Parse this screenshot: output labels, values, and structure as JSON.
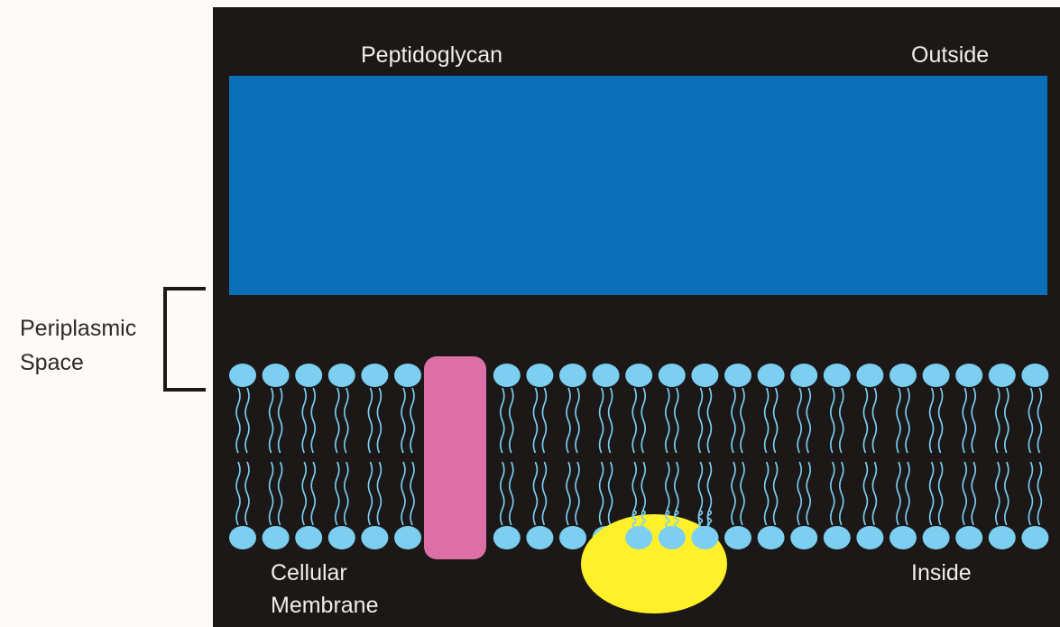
{
  "labels": {
    "peptidoglycan": "Peptidoglycan",
    "outside": "Outside",
    "periplasmic_line1": "Periplasmic",
    "periplasmic_line2": "Space",
    "membrane_line1": "Cellular",
    "membrane_line2": "Membrane",
    "inside": "Inside"
  },
  "colors": {
    "page_background": "#fdfbf9",
    "panel_background": "#1b1817",
    "peptidoglycan": "#0a6fb9",
    "phospholipid_head": "#7ccff0",
    "phospholipid_tail": "#7ccff0",
    "transmembrane_protein": "#de6fa6",
    "peripheral_protein": "#fff02a",
    "bracket": "#1b1817"
  }
}
